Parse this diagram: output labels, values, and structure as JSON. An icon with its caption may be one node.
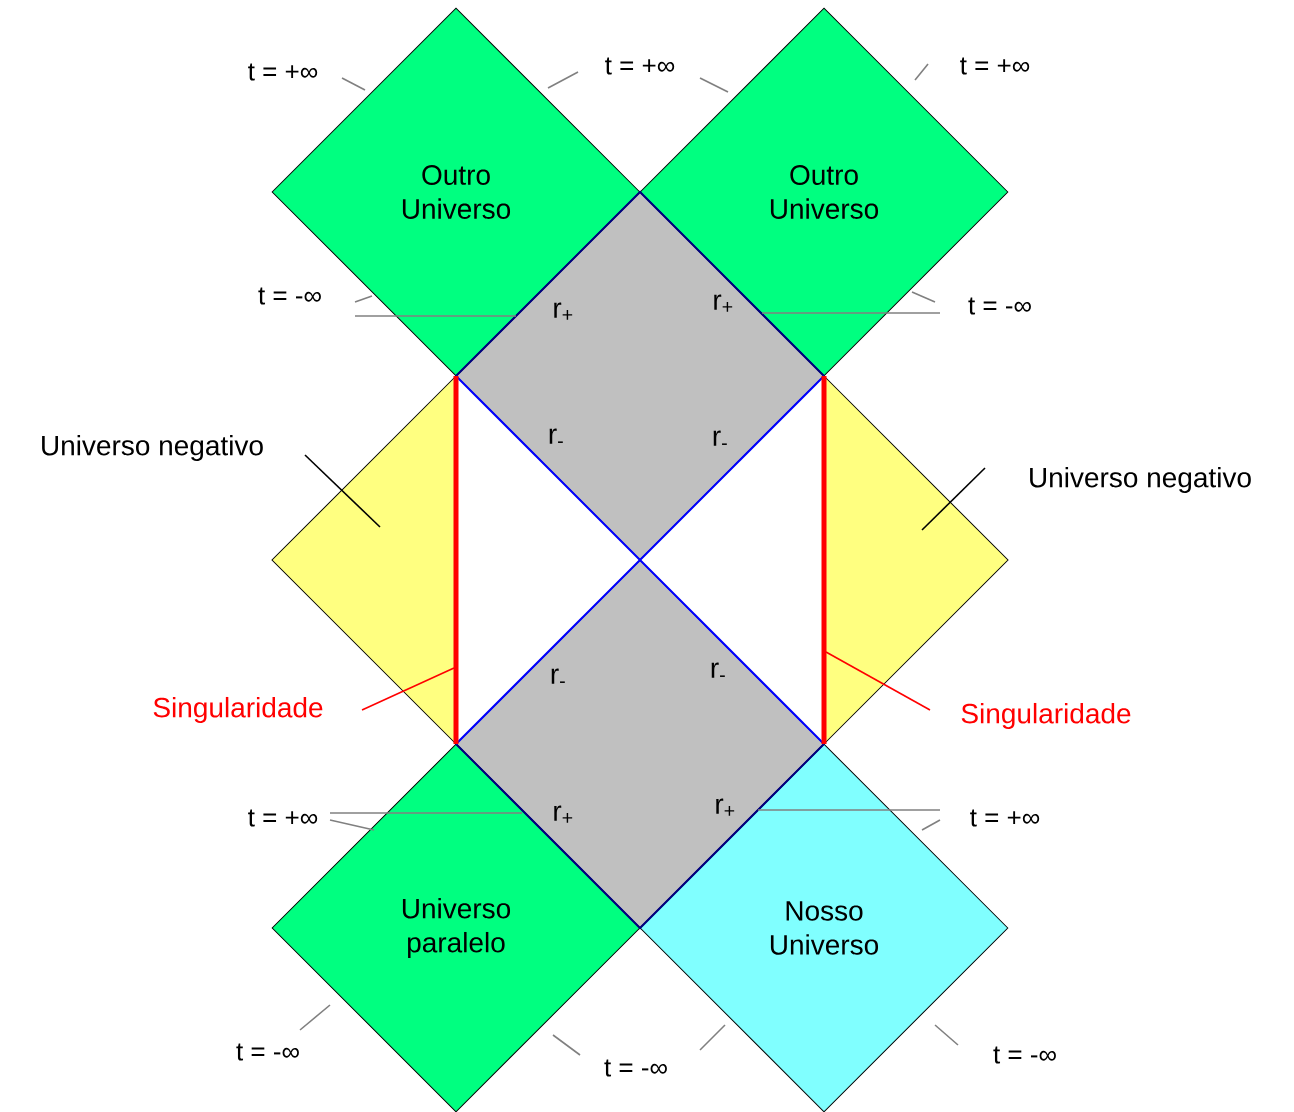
{
  "diagram": {
    "nodes": [
      {
        "text": [
          "Outro Universo"
        ]
      },
      {
        "text": [
          "Outro Universo"
        ]
      },
      {
        "text": [],
        "shape": "diamond"
      },
      {
        "text": [],
        "shape": "triangle"
      },
      {
        "text": [],
        "shape": "bar"
      },
      {
        "text": [],
        "shape": "bar"
      },
      {
        "text": [],
        "shape": "triangle"
      },
      {
        "text": [],
        "shape": "diamond"
      },
      {
        "text": [
          "Universo paralelo"
        ]
      },
      {
        "text": [
          "Nosso Universo"
        ]
      },
      {
        "text": [
          "Universo negativo"
        ]
      },
      {
        "text": [
          "Universo negativo"
        ]
      },
      {
        "text": [
          "Singularidade"
        ]
      },
      {
        "text": [
          "Singularidade"
        ]
      },
      {
        "text": [
          "t = +∞"
        ]
      },
      {
        "text": [
          "t = +∞"
        ]
      },
      {
        "text": [
          "t = +∞"
        ]
      },
      {
        "text": [
          "t = -∞"
        ]
      },
      {
        "text": [
          "t = -∞"
        ]
      },
      {
        "text": [
          "t = +∞"
        ]
      },
      {
        "text": [
          "t = +∞"
        ]
      },
      {
        "text": [
          "t = -∞"
        ]
      },
      {
        "text": [
          "t = -∞"
        ]
      },
      {
        "text": [
          "t = -∞"
        ]
      }
    ],
    "edges": [
      {
        "from": 10,
        "to": 3,
        "arrow": "none",
        "color": "#000000"
      },
      {
        "from": 11,
        "to": 6,
        "arrow": "none",
        "color": "#000000"
      },
      {
        "from": 12,
        "to": 4,
        "arrow": "none",
        "color": "#ff0000"
      },
      {
        "from": 13,
        "to": 5,
        "arrow": "none",
        "color": "#ff0000"
      },
      {
        "from": 14,
        "to": 0,
        "arrow": "none"
      },
      {
        "from": 15,
        "to": 0,
        "arrow": "none"
      },
      {
        "from": 15,
        "to": 1,
        "arrow": "none"
      },
      {
        "from": 16,
        "to": 1,
        "arrow": "none"
      },
      {
        "from": 17,
        "to": 0,
        "arrow": "none"
      },
      {
        "from": 17,
        "to": 2,
        "arrow": "none"
      },
      {
        "from": 18,
        "to": 1,
        "arrow": "none"
      },
      {
        "from": 18,
        "to": 2,
        "arrow": "none"
      },
      {
        "from": 19,
        "to": 8,
        "arrow": "none"
      },
      {
        "from": 19,
        "to": 7,
        "arrow": "none"
      },
      {
        "from": 20,
        "to": 9,
        "arrow": "none"
      },
      {
        "from": 20,
        "to": 7,
        "arrow": "none"
      },
      {
        "from": 21,
        "to": 8,
        "arrow": "none"
      },
      {
        "from": 22,
        "to": 8,
        "arrow": "none"
      },
      {
        "from": 22,
        "to": 9,
        "arrow": "none"
      },
      {
        "from": 23,
        "to": 9,
        "arrow": "none"
      }
    ],
    "labels": [
      "r$_{+}$",
      "r$_{+}$",
      "r$_{-}$",
      "r$_{-}$",
      "r$_{-}$",
      "r$_{-}$",
      "r$_{+}$",
      "r$_{+}$"
    ]
  }
}
